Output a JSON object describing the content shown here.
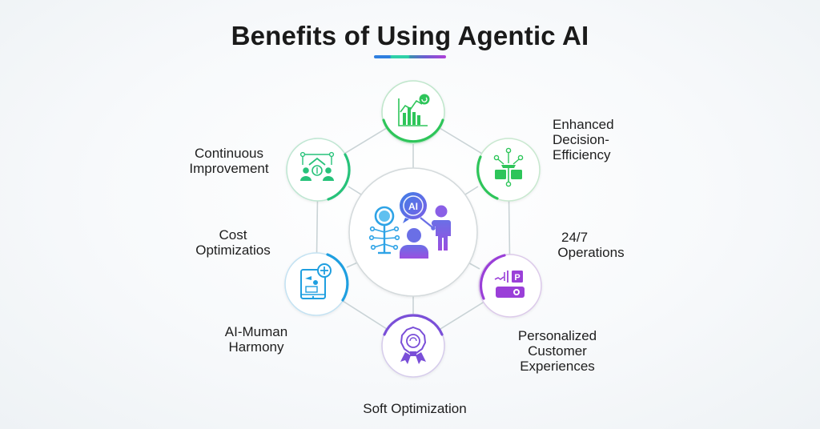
{
  "title": "Benefits of Using Agentic AI",
  "title_underline_colors": [
    "#2f7fe0",
    "#2fd0a8",
    "#6a5fd0",
    "#b03ed8"
  ],
  "hub": {
    "icon": "ai-people-collaboration-icon",
    "badge_text": "AI",
    "colors": {
      "blue": "#2ea3e6",
      "purple": "#8a4fe0"
    }
  },
  "benefits": [
    {
      "id": "top",
      "icon": "growth-chart-icon",
      "color": "#2ec55a",
      "label_lines": []
    },
    {
      "id": "enhanced-decision-efficiency",
      "icon": "decision-network-icon",
      "color": "#2ec55a",
      "label_lines": [
        "Enhanced",
        "Decision-",
        "Efficiency"
      ]
    },
    {
      "id": "continuous-improvement",
      "icon": "team-improvement-icon",
      "color": "#27c27a",
      "label_lines": [
        "Continuous",
        "Improvement"
      ]
    },
    {
      "id": "cost-optimization",
      "icon": "tablet-cost-icon",
      "color": "#1f9fe0",
      "label_lines": [
        "Cost",
        "Optimizatios"
      ]
    },
    {
      "id": "24-7-operations",
      "icon": "parking-card-icon",
      "color": "#9a3fd8",
      "label_lines": [
        "24/7",
        "Operations"
      ]
    },
    {
      "id": "ai-human-harmony",
      "icon": "award-badge-icon",
      "color": "#7a4fd8",
      "label_lines": [
        "AI-Muman",
        "Harmony"
      ]
    },
    {
      "id": "personalized-customer-experiences",
      "icon": "",
      "color": "",
      "label_lines": [
        "Personalized",
        "Customer",
        "Experiences"
      ]
    },
    {
      "id": "soft-optimization",
      "icon": "",
      "color": "",
      "label_lines": [
        "Soft Optimization"
      ]
    }
  ],
  "labels": {
    "continuous_1": "Continuous",
    "continuous_2": "Improvement",
    "cost_1": "Cost",
    "cost_2": "Optimizatios",
    "harmony_1": "AI-Muman",
    "harmony_2": "Harmony",
    "enhanced_1": "Enhanced",
    "enhanced_2": "Decision-",
    "enhanced_3": "Efficiency",
    "ops_1": "24/7",
    "ops_2": "Operations",
    "personal_1": "Personalized",
    "personal_2": "Customer",
    "personal_3": "Experiences",
    "soft": "Soft Optimization"
  }
}
